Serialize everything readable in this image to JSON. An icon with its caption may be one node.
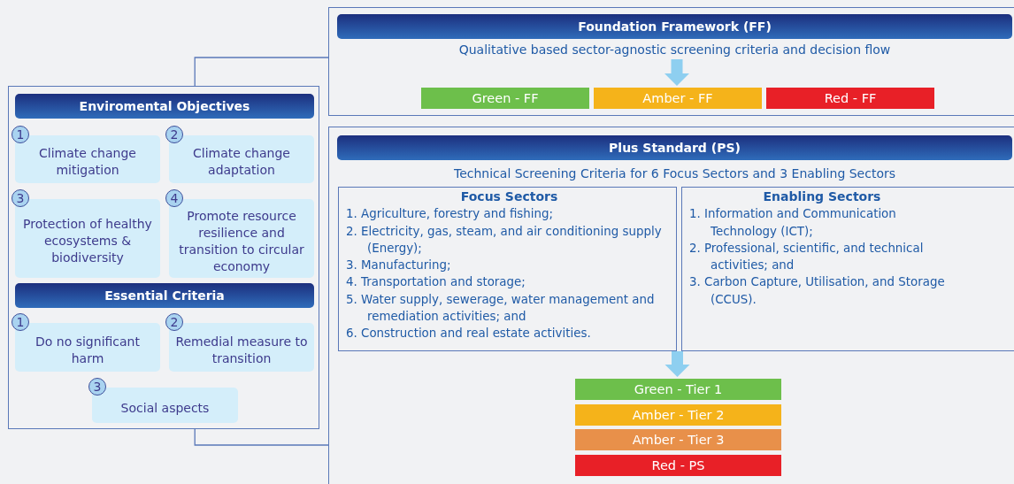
{
  "diagram": {
    "nodes": [
      {
        "text": [],
        "shape": "box"
      },
      {
        "text": [
          "Foundation Framework (FF)"
        ],
        "in": 0
      },
      {
        "text": [
          "Qualitative based sector-agnostic screening criteria and decision flow"
        ],
        "in": 0
      },
      {
        "text": [
          "Green - FF"
        ],
        "in": 0
      },
      {
        "text": [
          "Amber - FF"
        ],
        "in": 0
      },
      {
        "text": [
          "Red - FF"
        ],
        "in": 0
      },
      {
        "text": [],
        "shape": "box"
      },
      {
        "text": [
          "Plus Standard (PS)"
        ],
        "in": 6
      },
      {
        "text": [
          "Technical Screening Criteria for 6 Focus Sectors and 3 Enabling Sectors"
        ],
        "in": 6
      },
      {
        "text": [
          "Focus Sectors",
          "1. Agriculture, forestry and fishing;",
          "2. Electricity, gas, steam, and air conditioning supply (Energy);",
          "3. Manufacturing;",
          "4. Transportation and storage;",
          "5. Water supply, sewerage, water management and remediation activities; and",
          "6. Construction and real estate activities."
        ],
        "in": 6
      },
      {
        "text": [
          "Enabling Sectors",
          "1. Information and Communication Technology (ICT);",
          "2. Professional, scientific, and technical activities; and",
          "3. Carbon Capture, Utilisation, and Storage (CCUS)."
        ],
        "in": 6
      },
      {
        "text": [
          "Green - Tier 1"
        ],
        "in": 6
      },
      {
        "text": [
          "Amber - Tier 2"
        ],
        "in": 6
      },
      {
        "text": [
          "Amber - Tier 3"
        ],
        "in": 6
      },
      {
        "text": [
          "Red - PS"
        ],
        "in": 6
      },
      {
        "text": [],
        "shape": "box"
      },
      {
        "text": [
          "Enviromental Objectives"
        ],
        "in": 15
      },
      {
        "text": [
          "1",
          "Climate change mitigation"
        ],
        "in": 15
      },
      {
        "text": [
          "2",
          "Climate change adaptation"
        ],
        "in": 15
      },
      {
        "text": [
          "3",
          "Protection of healthy ecosystems & biodiversity"
        ],
        "in": 15
      },
      {
        "text": [
          "4",
          "Promote resource resilience and transition to circular economy"
        ],
        "in": 15
      },
      {
        "text": [
          "Essential Criteria"
        ],
        "in": 15
      },
      {
        "text": [
          "1",
          "Do no significant harm"
        ],
        "in": 15
      },
      {
        "text": [
          "2",
          "Remedial measure to transition"
        ],
        "in": 15
      },
      {
        "text": [
          "3",
          "Social aspects"
        ],
        "in": 15
      }
    ],
    "edges": [
      {
        "from": 2,
        "to": 4,
        "arrow": "to"
      },
      {
        "from": 9,
        "to": 11,
        "arrow": "to"
      },
      {
        "from": 10,
        "to": 11,
        "arrow": "to"
      },
      {
        "from": 15,
        "to": 0,
        "arrow": "none",
        "color": "#5a78b8"
      },
      {
        "from": 15,
        "to": 6,
        "arrow": "none",
        "color": "#5a78b8"
      }
    ]
  }
}
